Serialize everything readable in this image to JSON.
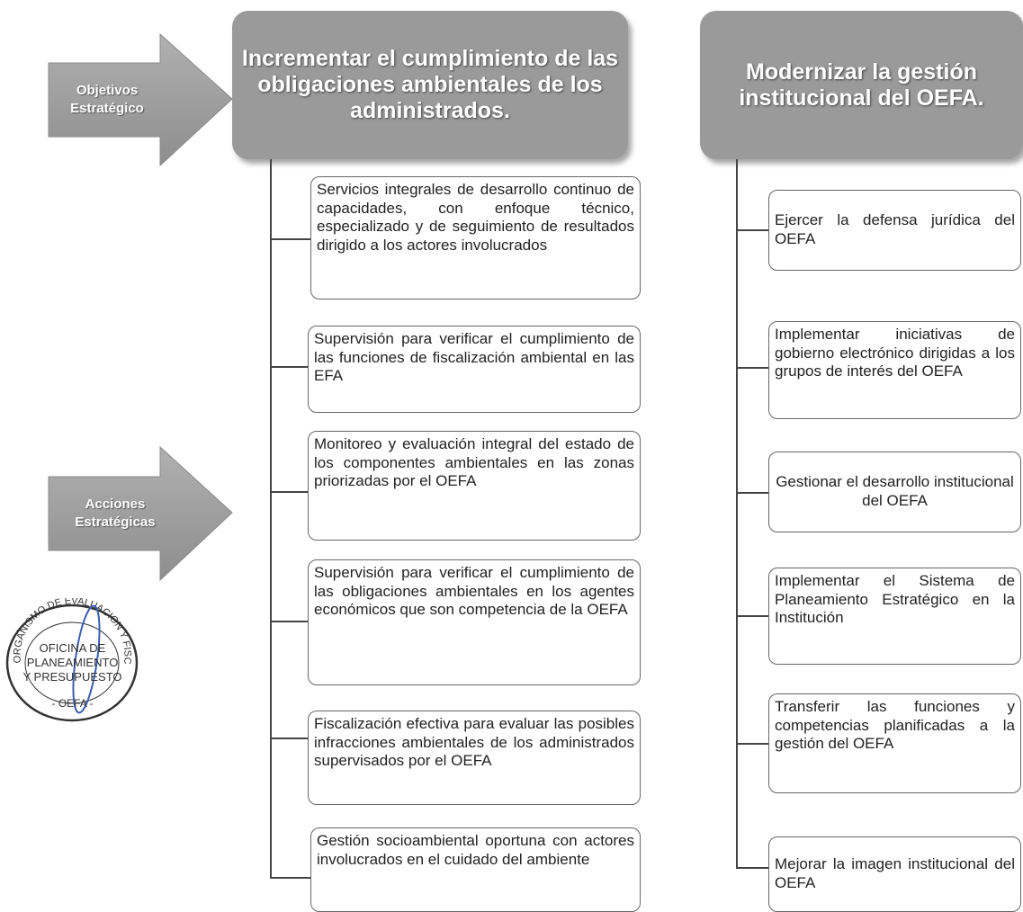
{
  "labels": {
    "objetivos": "Objetivos Estratégico",
    "acciones": "Acciones Estratégicas"
  },
  "objective_left": {
    "title": "Incrementar el cumplimiento de las obligaciones ambientales de los administrados.",
    "actions": [
      "Servicios integrales de desarrollo continuo de capacidades, con enfoque técnico, especializado y de seguimiento de resultados dirigido a los actores involucrados",
      "Supervisión para verificar el cumplimiento de las funciones de fiscalización ambiental en las EFA",
      "Monitoreo y evaluación integral del estado de los componentes ambientales en las zonas priorizadas por el OEFA",
      "Supervisión para verificar el cumplimiento de las obligaciones ambientales en los agentes económicos que son competencia de la OEFA",
      "Fiscalización efectiva para evaluar las posibles infracciones ambientales de los administrados supervisados por el OEFA",
      "Gestión socioambiental oportuna con actores involucrados en el cuidado del ambiente"
    ]
  },
  "objective_right": {
    "title": "Modernizar la gestión institucional del OEFA.",
    "actions": [
      "Ejercer la defensa jurídica del OEFA",
      "Implementar iniciativas de gobierno electrónico dirigidas a los grupos de interés del OEFA",
      "Gestionar el desarrollo institucional del OEFA",
      "Implementar el Sistema de Planeamiento Estratégico en la Institución",
      "Transferir las funciones y competencias planificadas a la gestión del OEFA",
      "Mejorar la imagen institucional del OEFA"
    ]
  },
  "seal": {
    "ring_text": "ORGANISMO DE EVALUACION Y FISCALIZACION AMBIENTAL",
    "line1": "OFICINA DE",
    "line2": "PLANEAMIENTO",
    "line3": "Y PRESUPUESTO",
    "bottom": "- OEFA -"
  },
  "colors": {
    "header_bg": "#9a9a9a",
    "arrow_fill": "#9b9b9b",
    "seal_ink": "#3b5fb0"
  }
}
